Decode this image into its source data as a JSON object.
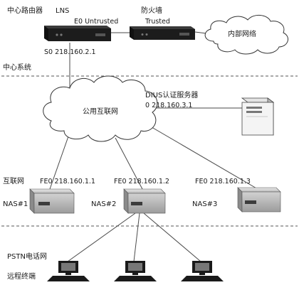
{
  "labels": {
    "central_router": "中心路由器",
    "lns": "LNS",
    "e0_untrusted": "E0 Untrusted",
    "firewall": "防火墙",
    "trusted": "Trusted",
    "intranet": "内部网络",
    "s0_central": "S0  218.160.2.1",
    "central_system": "中心系统",
    "radius_server": "DIUS认证服务器",
    "radius_ip": "0 218.160.3.1",
    "public_internet": "公用互联网",
    "internet": "互联网",
    "nas1_port": "FE0  218.160.1.1",
    "nas2_port": "FE0  218.160.1.2",
    "nas3_port": "FE0  218.160.1.3",
    "nas1": "NAS#1",
    "nas2": "NAS#2",
    "nas3": "NAS#3",
    "pstn": "PSTN电话网",
    "remote_terminal": "远程终端"
  },
  "colors": {
    "device_dark": "#1c1c1c",
    "device_light": "#d0d0d0",
    "line": "#4a4a4a",
    "cloud_fill": "#ffffff"
  }
}
